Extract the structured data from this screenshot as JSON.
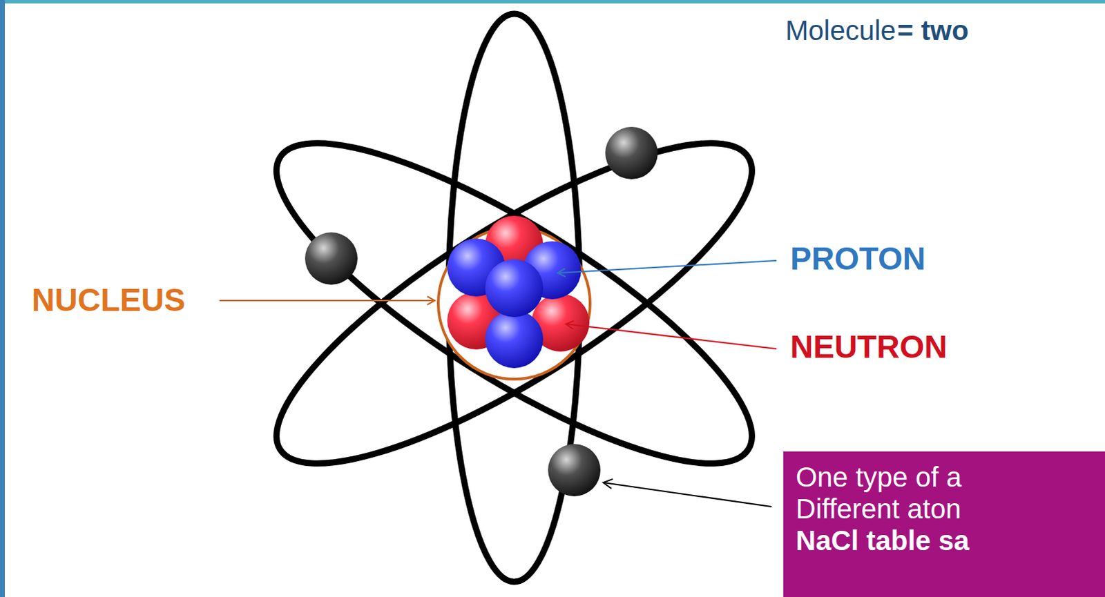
{
  "diagram": {
    "nodes": [
      {
        "text": [
          "One type of a",
          "Different aton",
          "NaCl table sa"
        ]
      }
    ],
    "labels": [
      "Molecule",
      "= two",
      "NUCLEUS",
      "PROTON",
      "NEUTRON"
    ]
  }
}
